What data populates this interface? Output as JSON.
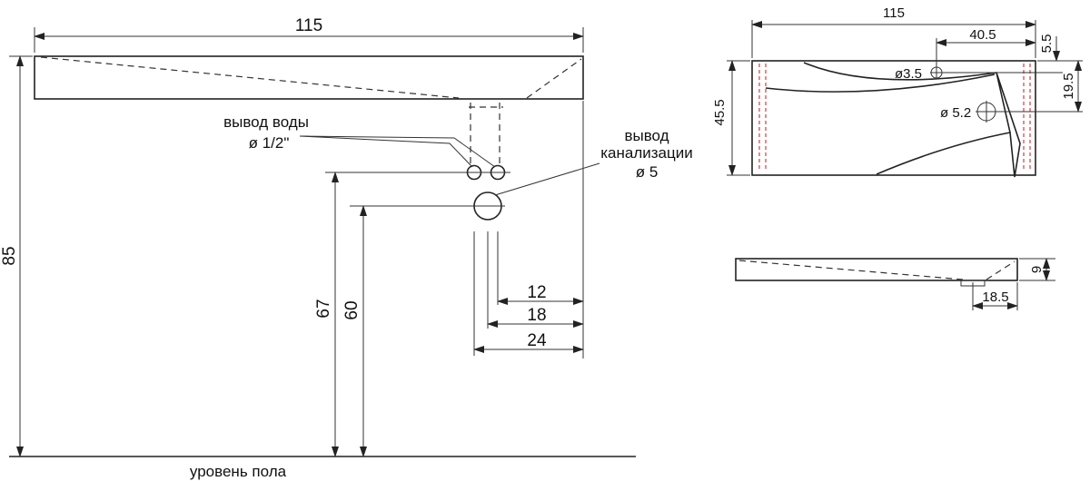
{
  "dims": {
    "front_width": "115",
    "total_height": "85",
    "water_height": "67",
    "drain_height": "60",
    "dist_12": "12",
    "dist_18": "18",
    "dist_24": "24",
    "top_width": "115",
    "top_depth": "45.5",
    "hole_offset": "40.5",
    "hole_small_y": "5.5",
    "hole_large_y": "19.5",
    "hole_small_d": "3.5",
    "hole_large_d": "5.2",
    "side_thickness": "9",
    "side_outlet": "18.5"
  },
  "labels": {
    "water_outlet": "вывод воды",
    "water_diameter": "ø 1/2\"",
    "drain_line1": "вывод",
    "drain_line2": "канализации",
    "drain_diameter": "ø 5",
    "floor_level": "уровень пола",
    "diam_sign": "ø"
  },
  "colors": {
    "line": "#222222",
    "hidden_red": "#d8262a"
  }
}
